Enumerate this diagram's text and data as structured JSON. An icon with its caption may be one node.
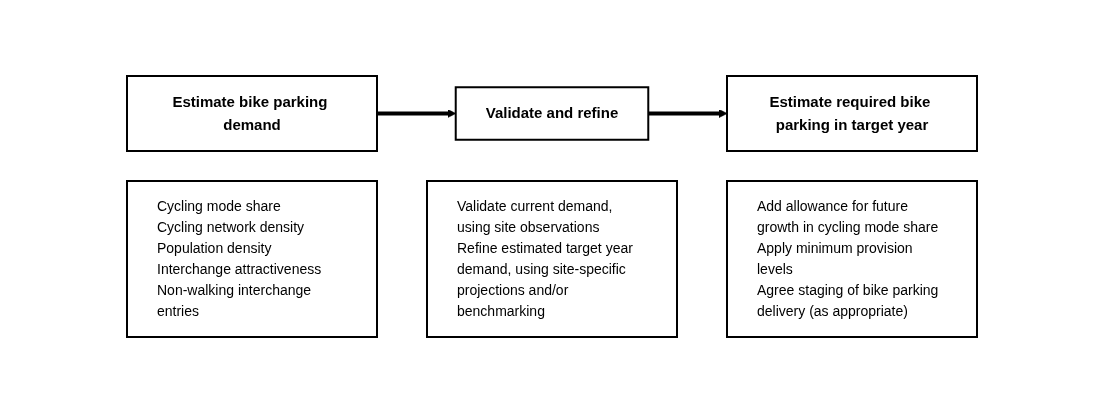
{
  "diagram": {
    "nodes": [
      {
        "text": [
          "Estimate bike parking demand"
        ]
      },
      {
        "text": [
          "Validate and refine"
        ]
      },
      {
        "text": [
          "Estimate required bike parking in target year"
        ]
      },
      {
        "text": [
          "Cycling mode share",
          "Cycling network density",
          "Population density",
          "Interchange attractiveness",
          "Non-walking interchange entries"
        ]
      },
      {
        "text": [
          "Validate current demand, using site observations",
          "Refine estimated target year demand, using site-specific projections and/or benchmarking"
        ]
      },
      {
        "text": [
          "Add allowance for future growth in cycling mode share",
          "Apply minimum provision levels",
          "Agree staging of bike parking delivery (as appropriate)"
        ]
      }
    ],
    "edges": [
      {
        "from": 0,
        "to": 1,
        "arrow": "to"
      },
      {
        "from": 1,
        "to": 2,
        "arrow": "to"
      }
    ]
  }
}
